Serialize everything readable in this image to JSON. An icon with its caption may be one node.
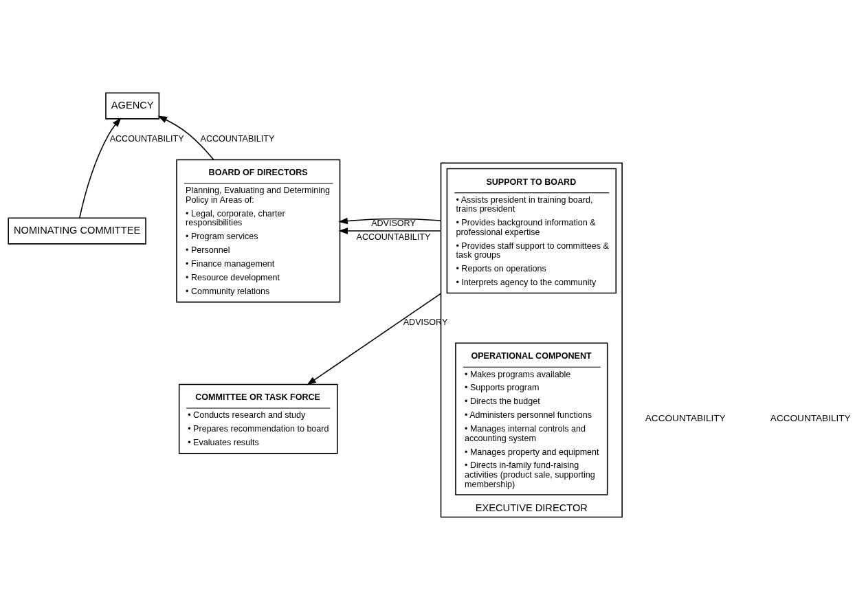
{
  "diagram": {
    "nodes": [
      {
        "text": [
          "AGENCY"
        ]
      },
      {
        "text": [
          "NOMINATING COMMITTEE"
        ]
      },
      {
        "text": [
          "BOARD OF DIRECTORS",
          "Planning, Evaluating and Determining Policy in Areas of:",
          "• Legal, corporate, charter responsibilities",
          "• Program services",
          "• Personnel",
          "• Finance management",
          "• Resource development",
          "• Community relations"
        ]
      },
      {
        "text": [
          "COMMITTEE OR TASK FORCE",
          "• Conducts research and study",
          "• Prepares recommendation to board",
          "• Evaluates results"
        ]
      },
      {
        "text": [
          "EXECUTIVE DIRECTOR"
        ]
      },
      {
        "text": [
          "SUPPORT TO BOARD",
          "• Assists president in training board, trains president",
          "• Provides background information & professional expertise",
          "• Provides staff support to committees & task groups",
          "• Reports on operations",
          "• Interprets agency to the community"
        ],
        "in": 4
      },
      {
        "text": [
          "OPERATIONAL COMPONENT",
          "• Makes programs available",
          "• Supports program",
          "• Directs the budget",
          "• Administers personnel functions",
          "• Manages internal controls and accounting system",
          "• Manages property and equipment",
          "• Directs in-family fund-raising activities (product sale, supporting membership)"
        ],
        "in": 4
      }
    ],
    "edges": [
      {
        "from": 2,
        "to": 0,
        "arrow": "to",
        "label": "ACCOUNTABILITY"
      },
      {
        "from": 1,
        "to": 0,
        "arrow": "to",
        "label": "ACCOUNTABILITY"
      },
      {
        "from": 4,
        "to": 2,
        "arrow": "to",
        "label": "ACCOUNTABILITY"
      },
      {
        "from": 4,
        "to": 2,
        "arrow": "to",
        "label": "ADVISORY"
      },
      {
        "from": 4,
        "to": 3,
        "arrow": "to",
        "label": "ADVISORY"
      }
    ],
    "labels": [
      "ACCOUNTABILITY",
      "ACCOUNTABILITY"
    ]
  }
}
